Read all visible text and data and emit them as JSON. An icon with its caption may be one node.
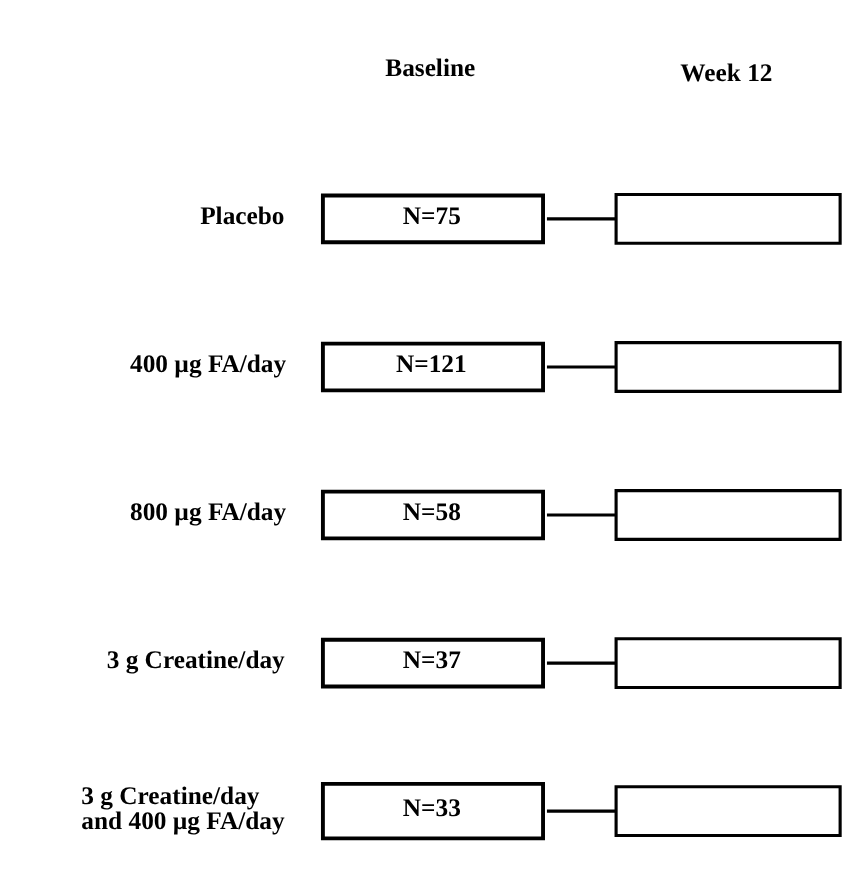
{
  "diagram": {
    "nodes": [
      {
        "text": [
          "N=75"
        ],
        "beside": [
          "Placebo"
        ]
      },
      {
        "text": [],
        "shape": "box"
      },
      {
        "text": [
          "N=121"
        ],
        "beside": [
          "400 µg FA/day"
        ]
      },
      {
        "text": [],
        "shape": "box"
      },
      {
        "text": [
          "N=58"
        ],
        "beside": [
          "800 µg FA/day"
        ]
      },
      {
        "text": [],
        "shape": "box"
      },
      {
        "text": [
          "N=37"
        ],
        "beside": [
          "3 g Creatine/day"
        ]
      },
      {
        "text": [],
        "shape": "box"
      },
      {
        "text": [
          "N=33"
        ],
        "beside": [
          "3 g Creatine/day and 400 µg FA/day"
        ]
      },
      {
        "text": [],
        "shape": "box"
      }
    ],
    "edges": [
      {
        "from": 0,
        "to": 1,
        "arrow": "none"
      },
      {
        "from": 2,
        "to": 3,
        "arrow": "none"
      },
      {
        "from": 4,
        "to": 5,
        "arrow": "none"
      },
      {
        "from": 6,
        "to": 7,
        "arrow": "none"
      },
      {
        "from": 8,
        "to": 9,
        "arrow": "none"
      }
    ],
    "labels": [
      "Baseline",
      "Week 12"
    ]
  }
}
